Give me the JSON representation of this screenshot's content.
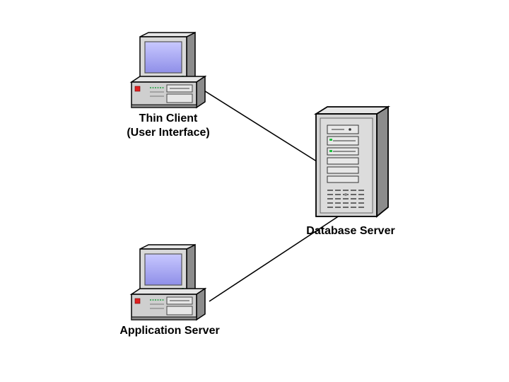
{
  "nodes": {
    "thin_client": {
      "line1": "Thin Client",
      "line2": "(User Interface)",
      "icon": "desktop-computer-icon"
    },
    "database_server": {
      "label": "Database Server",
      "icon": "tower-server-icon"
    },
    "application_server": {
      "label": "Application Server",
      "icon": "desktop-computer-icon"
    }
  },
  "colors": {
    "screen": "#a9a9f5",
    "case_light": "#d9d9d9",
    "case_mid": "#bfbfbf",
    "case_dark": "#8c8c8c",
    "led_red": "#e02020",
    "led_green": "#20c040",
    "line": "#000000"
  }
}
